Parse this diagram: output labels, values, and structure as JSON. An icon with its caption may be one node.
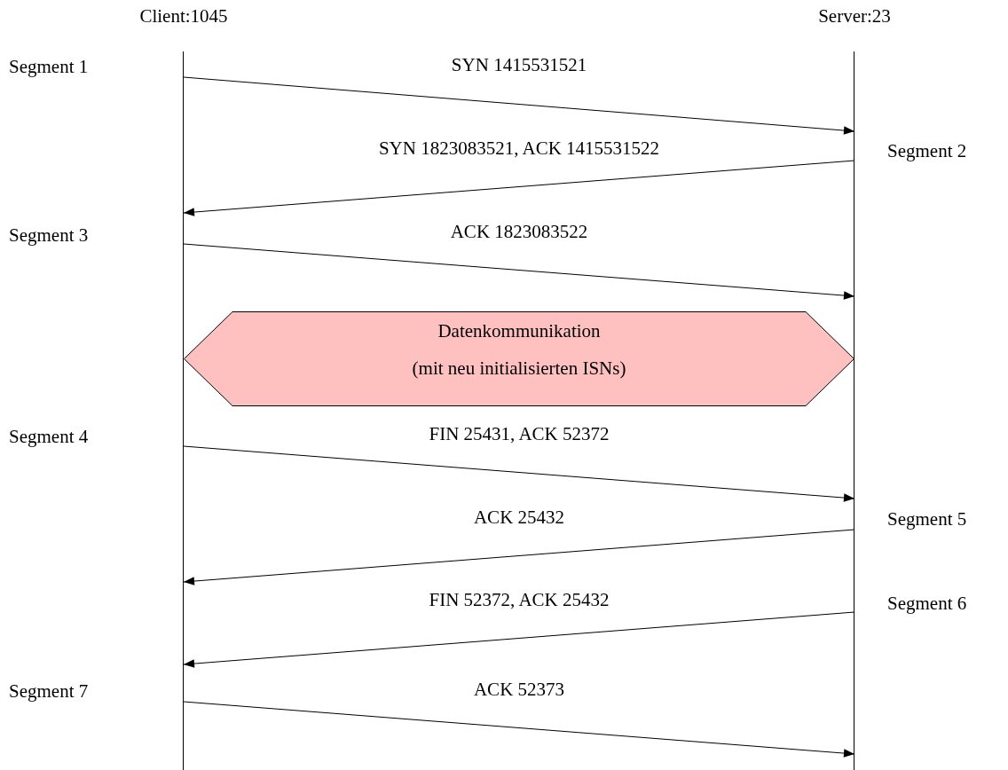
{
  "diagram": {
    "nodes": [
      {
        "text": [
          "Client:1045"
        ]
      },
      {
        "text": [
          "Server:23"
        ]
      },
      {
        "text": [
          "Datenkommunikation",
          "(mit neu initialisierten ISNs)"
        ]
      }
    ],
    "edges": [
      {
        "from": 0,
        "to": 1,
        "arrow": "to",
        "label": "SYN 1415531521"
      },
      {
        "from": 1,
        "to": 0,
        "arrow": "to",
        "label": "SYN 1823083521, ACK 1415531522"
      },
      {
        "from": 0,
        "to": 1,
        "arrow": "to",
        "label": "ACK 1823083522"
      },
      {
        "from": 0,
        "to": 1,
        "arrow": "to",
        "label": "FIN 25431, ACK 52372"
      },
      {
        "from": 1,
        "to": 0,
        "arrow": "to",
        "label": "ACK 25432"
      },
      {
        "from": 1,
        "to": 0,
        "arrow": "to",
        "label": "FIN 52372, ACK 25432"
      },
      {
        "from": 0,
        "to": 1,
        "arrow": "to",
        "label": "ACK 52373"
      }
    ],
    "labels": [
      "Segment 1",
      "Segment 2",
      "Segment 3",
      "Segment 4",
      "Segment 5",
      "Segment 6",
      "Segment 7"
    ]
  }
}
